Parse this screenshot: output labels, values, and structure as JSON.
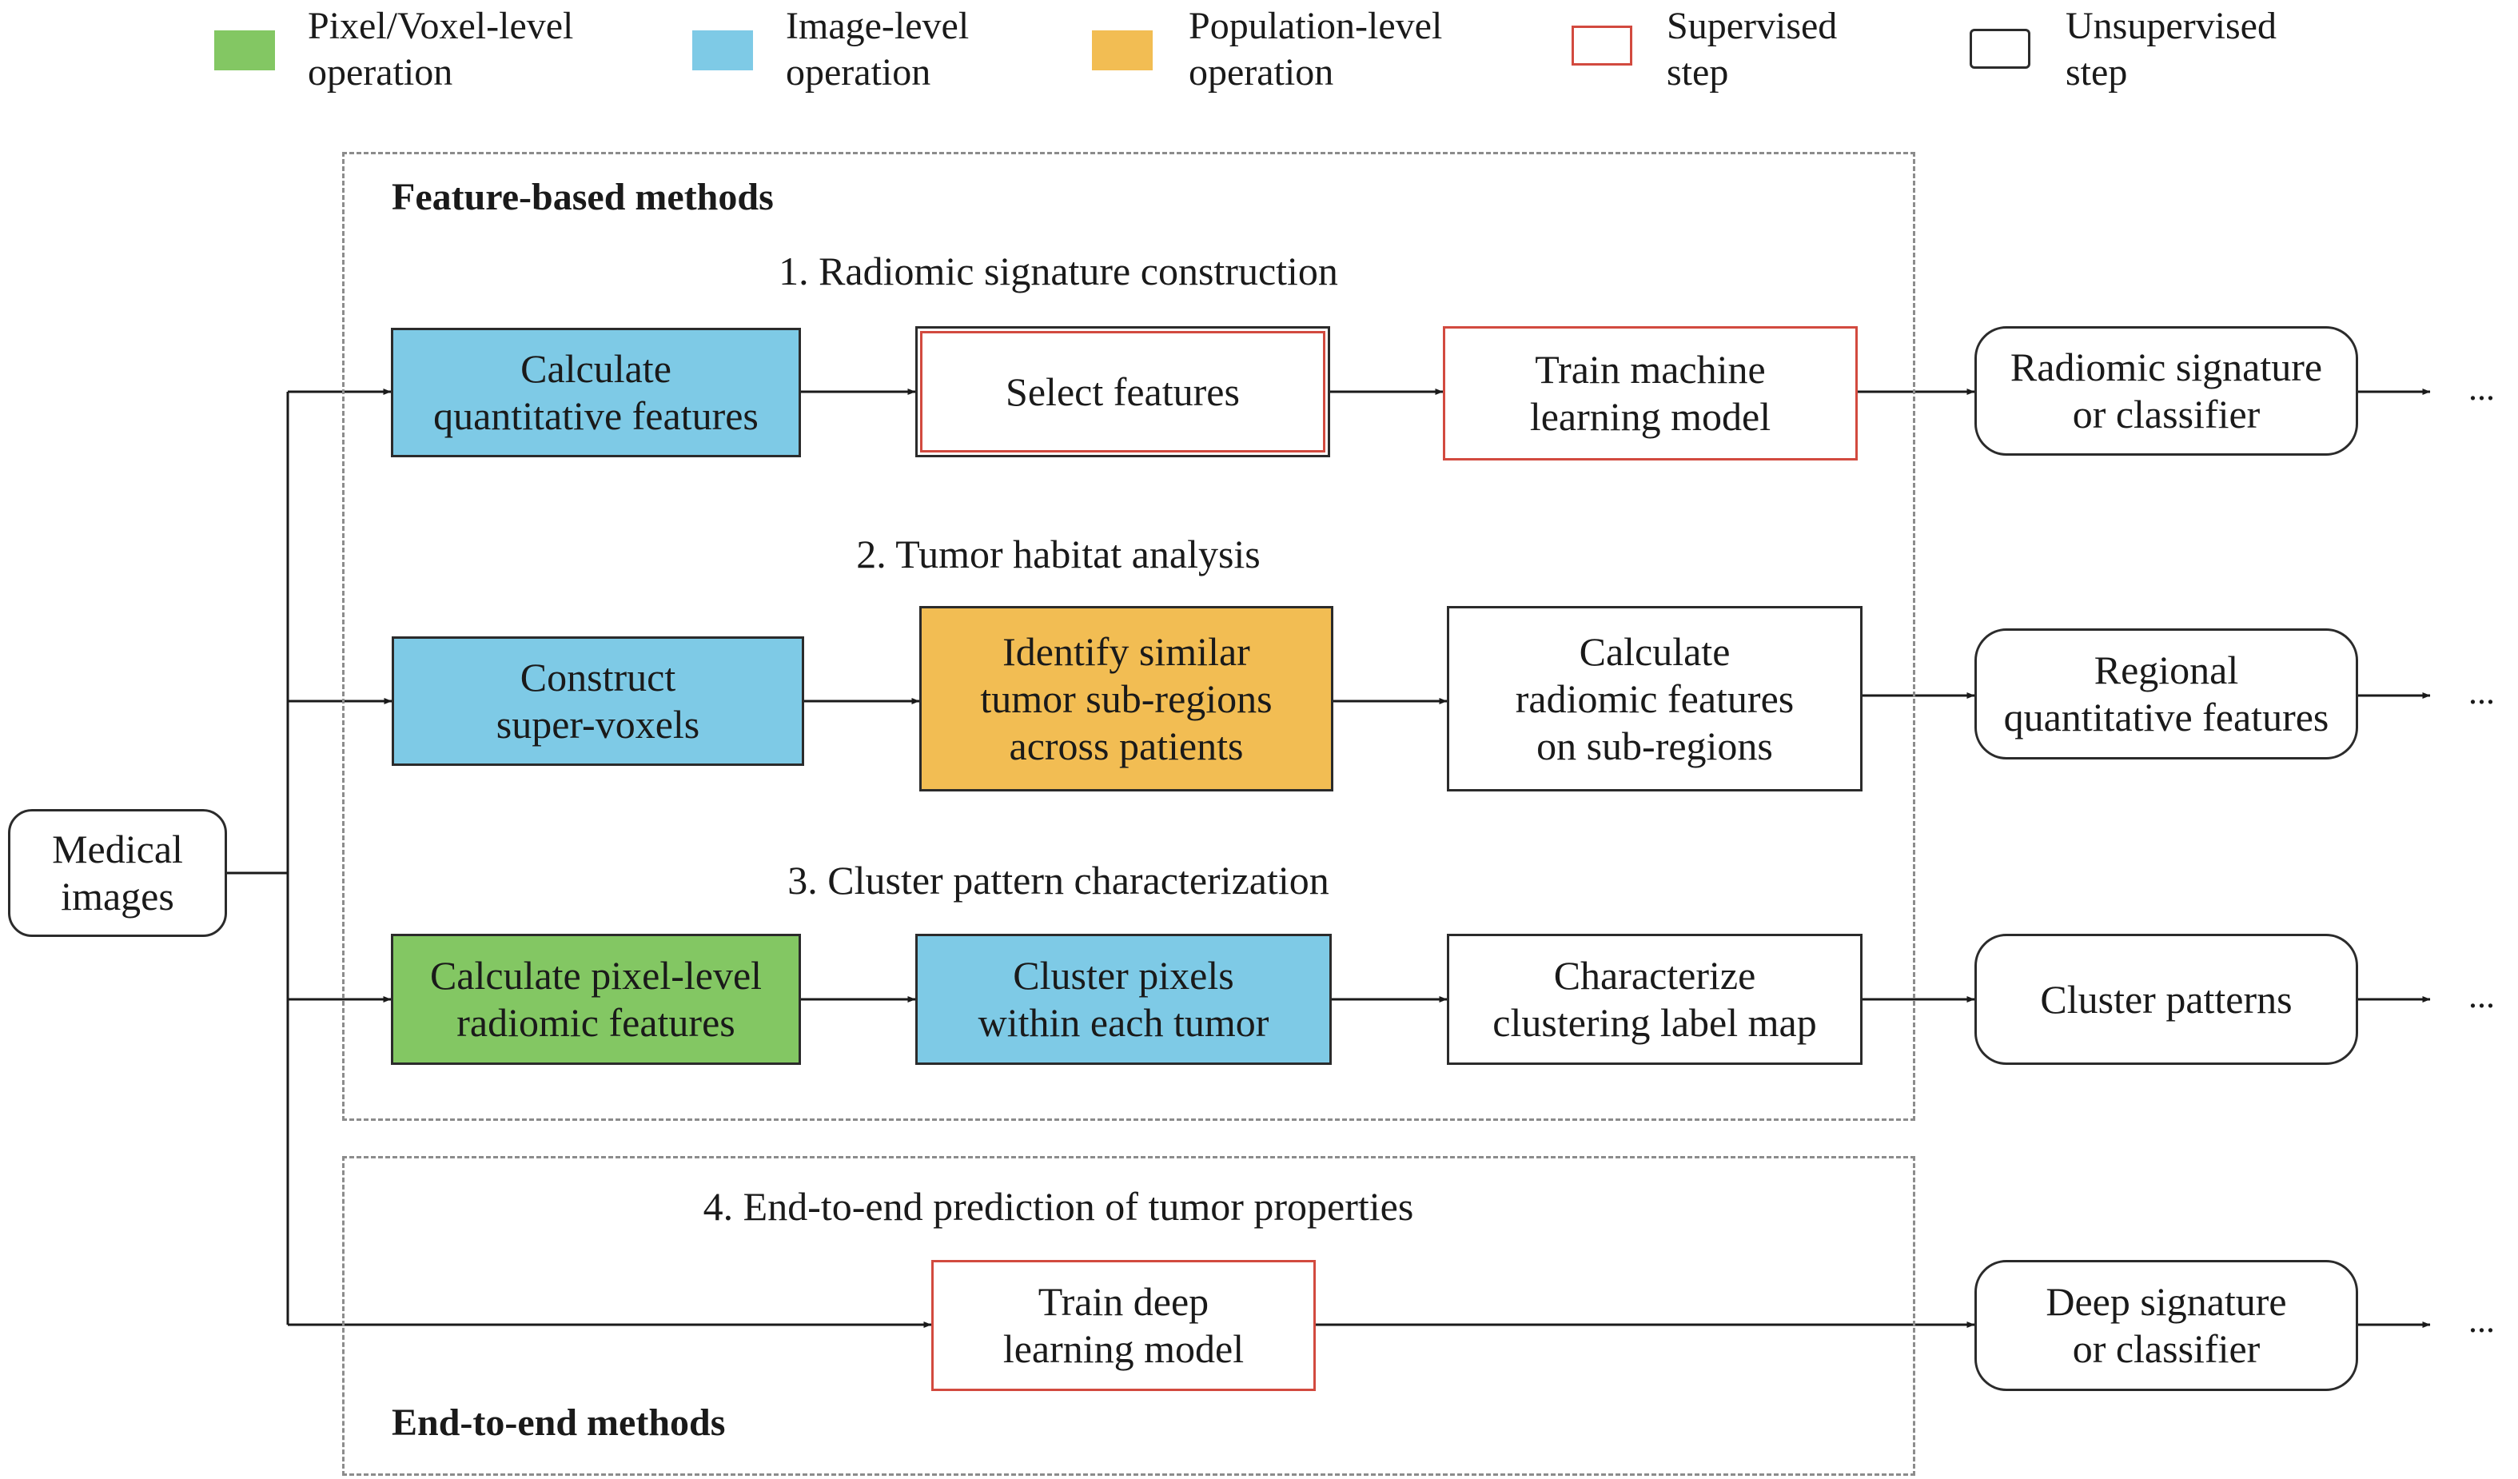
{
  "legend": {
    "pixel": "Pixel/Voxel-level\noperation",
    "image": "Image-level\noperation",
    "population": "Population-level\noperation",
    "supervised": "Supervised\nstep",
    "unsupervised": "Unsupervised\nstep"
  },
  "colors": {
    "pixel_level": "#83c763",
    "image_level": "#7ecae6",
    "population_level": "#f2bd53",
    "supervised_border": "#d24a3f",
    "line": "#1a1a1a",
    "dashed_border": "#8c8c8c"
  },
  "input": "Medical\nimages",
  "feature_methods": {
    "title": "Feature-based methods",
    "sections": [
      {
        "title": "1. Radiomic signature construction",
        "steps": [
          "Calculate\nquantitative features",
          "Select features",
          "Train machine\nlearning model"
        ],
        "output": "Radiomic signature\nor classifier"
      },
      {
        "title": "2. Tumor habitat analysis",
        "steps": [
          "Construct\nsuper-voxels",
          "Identify similar\ntumor sub-regions\nacross patients",
          "Calculate\nradiomic features\non sub-regions"
        ],
        "output": "Regional\nquantitative features"
      },
      {
        "title": "3. Cluster pattern characterization",
        "steps": [
          "Calculate pixel-level\nradiomic features",
          "Cluster pixels\nwithin each tumor",
          "Characterize\nclustering label map"
        ],
        "output": "Cluster patterns"
      }
    ]
  },
  "end_to_end": {
    "title": "End-to-end methods",
    "section_title": "4. End-to-end prediction of tumor properties",
    "step": "Train deep\nlearning model",
    "output": "Deep signature\nor classifier"
  },
  "ellipsis": "..."
}
